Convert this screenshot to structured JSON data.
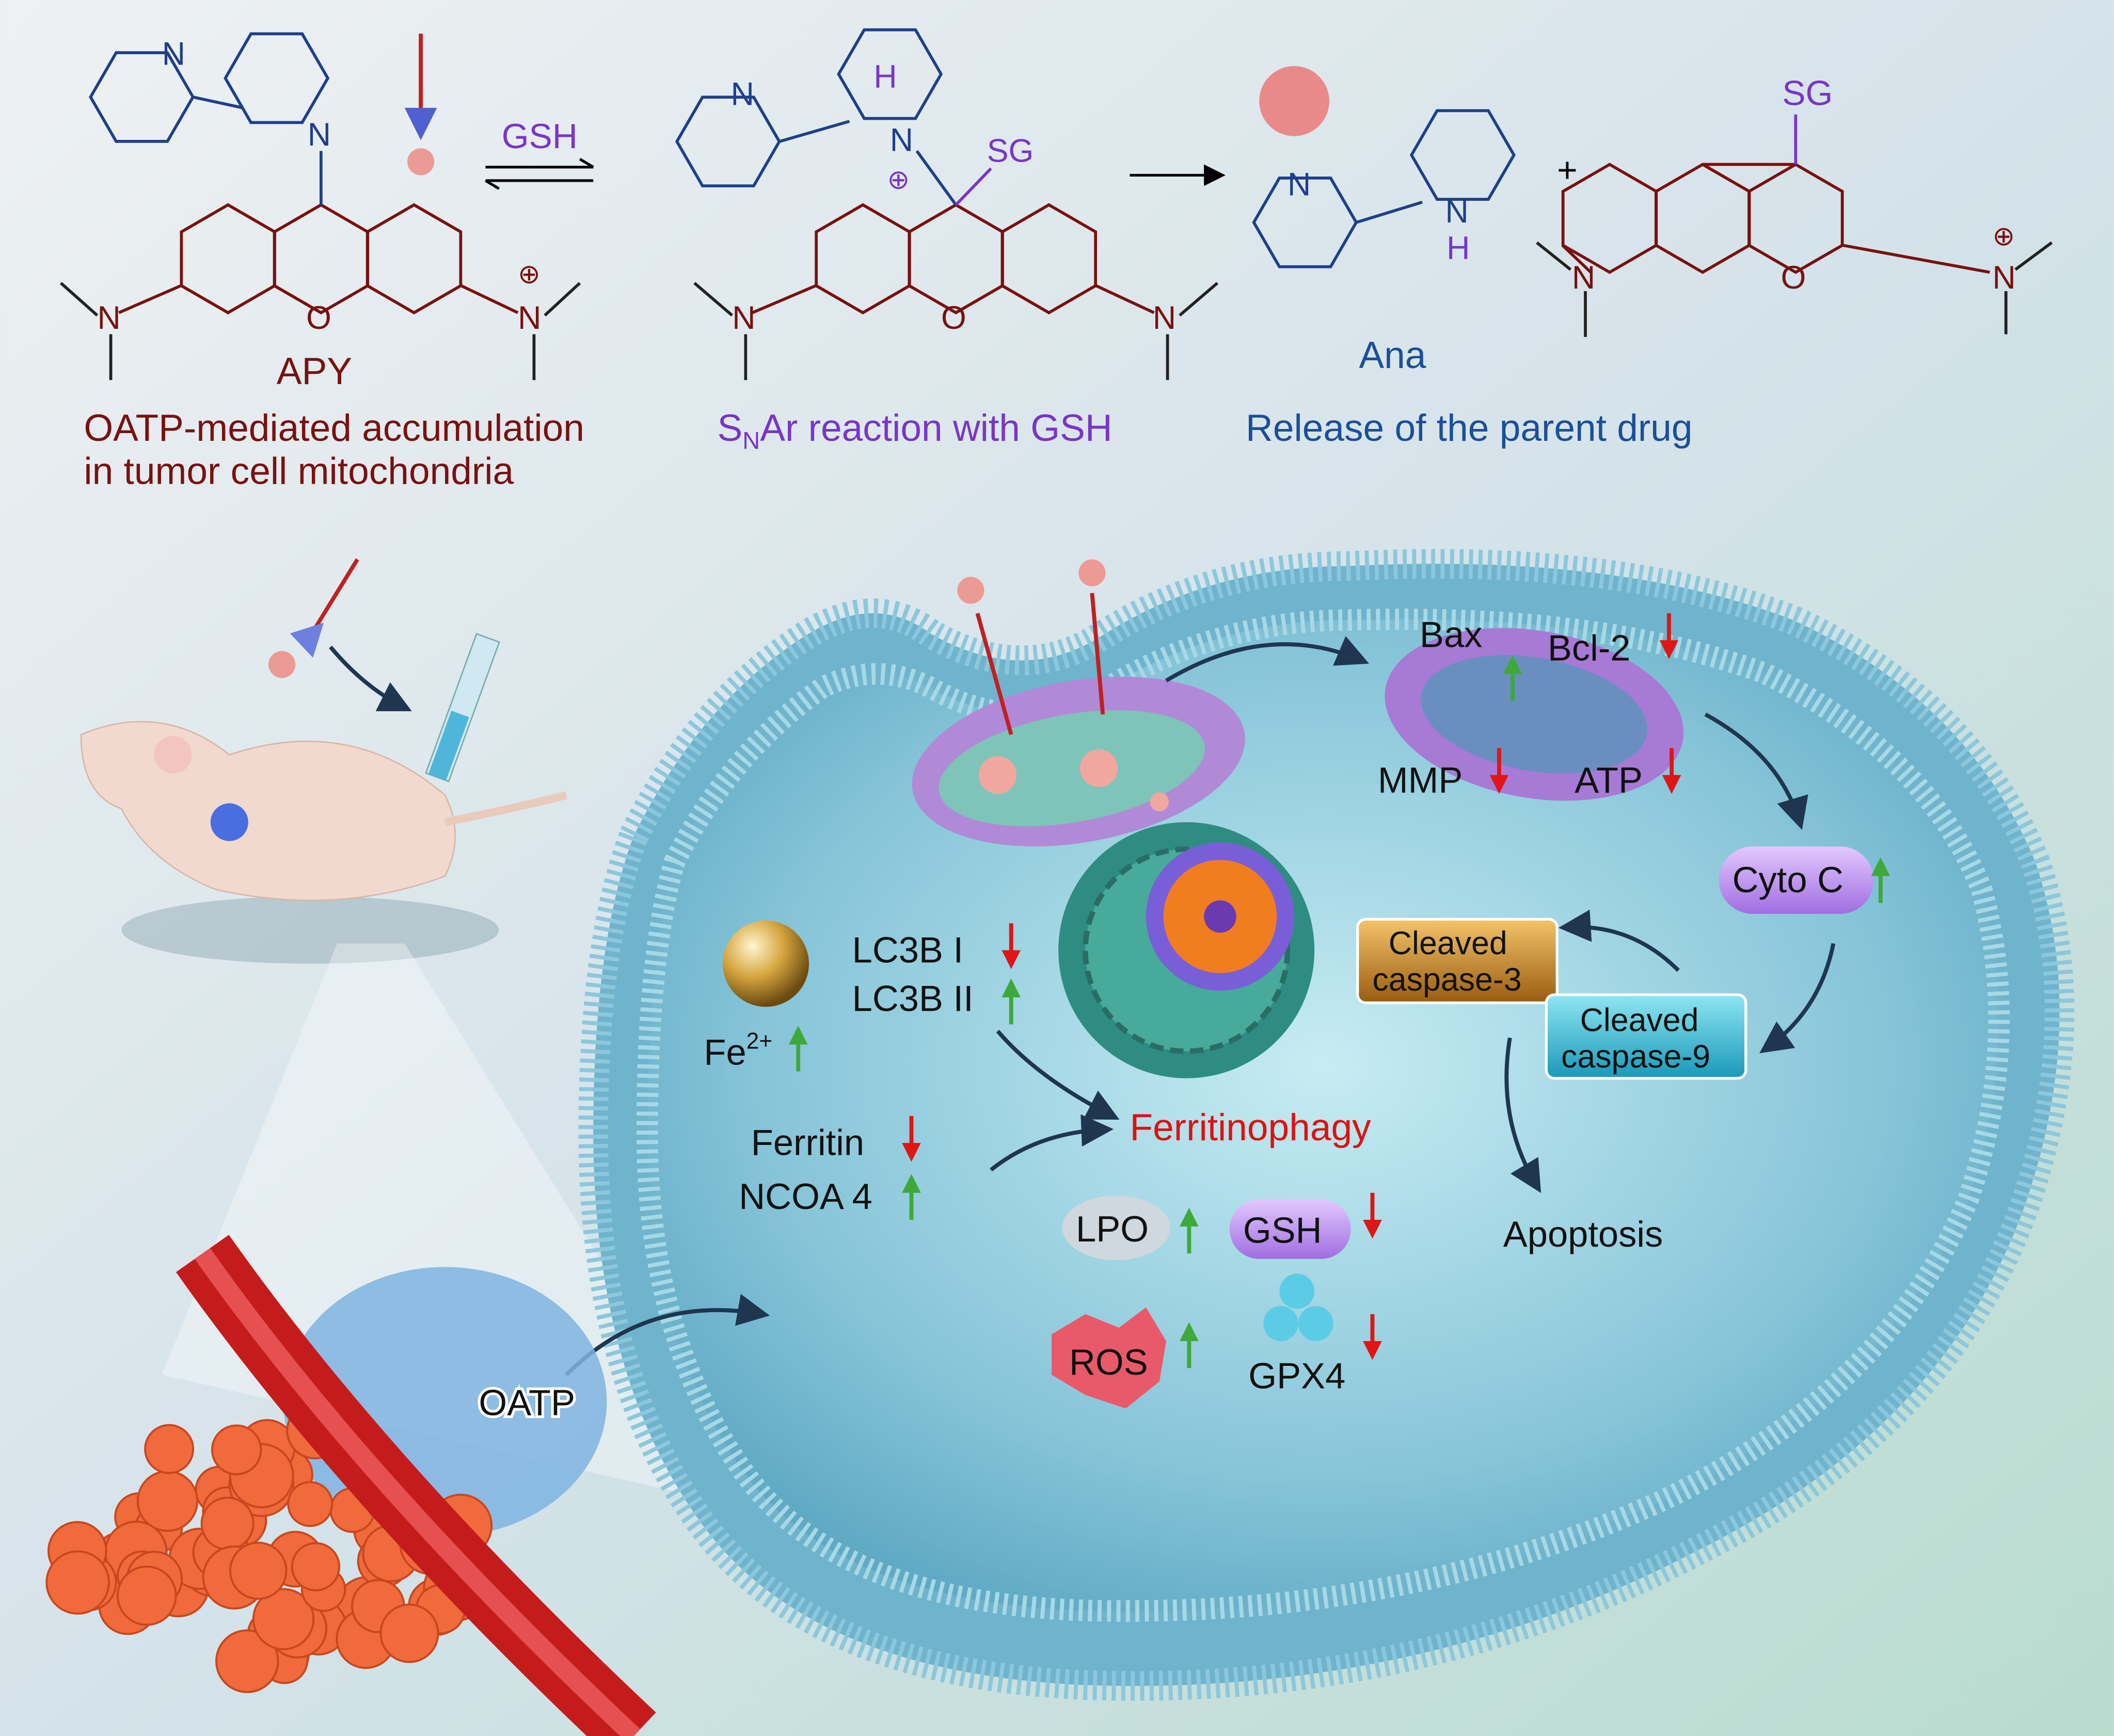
{
  "scheme": {
    "reagent": "GSH",
    "apy": {
      "label": "APY",
      "caption_line1": "OATP-mediated accumulation",
      "caption_line2": "in tumor cell mitochondria"
    },
    "intermediate": {
      "caption_prefix": "S",
      "caption_sub": "N",
      "caption_rest": "Ar reaction with GSH",
      "sg": "SG",
      "h": "H",
      "charge": "⊕"
    },
    "release": {
      "ana": "Ana",
      "caption": "Release of the parent drug",
      "plus": "+",
      "sg": "SG",
      "nh": "N",
      "h": "H",
      "charge": "⊕"
    },
    "atoms": {
      "N": "N",
      "O": "O"
    }
  },
  "pathway": {
    "bax": "Bax",
    "bcl2": "Bcl-2",
    "mmp": "MMP",
    "atp": "ATP",
    "cyto_c": "Cyto C",
    "casp3_line1": "Cleaved",
    "casp3_line2": "caspase-3",
    "casp9_line1": "Cleaved",
    "casp9_line2": "caspase-9",
    "apoptosis": "Apoptosis",
    "lc3b1": "LC3B I",
    "lc3b2": "LC3B II",
    "fe": "Fe",
    "fe_sup": "2+",
    "ferritin": "Ferritin",
    "ncoa4": "NCOA 4",
    "ferritinophagy": "Ferritinophagy",
    "lpo": "LPO",
    "gsh": "GSH",
    "ros": "ROS",
    "gpx4": "GPX4",
    "oatp": "OATP"
  },
  "colors": {
    "apy": "#7a1010",
    "intermediate": "#7a35c8",
    "release": "#1a4f9a",
    "ring_blue": "#1f3f8a",
    "up_arrow": "#3fa83a",
    "down_arrow": "#e01515",
    "ferritinophagy": "#e01010",
    "cell": "#9fd3e3",
    "mito": "#a57ad0",
    "tumor": "#f06a3c"
  }
}
